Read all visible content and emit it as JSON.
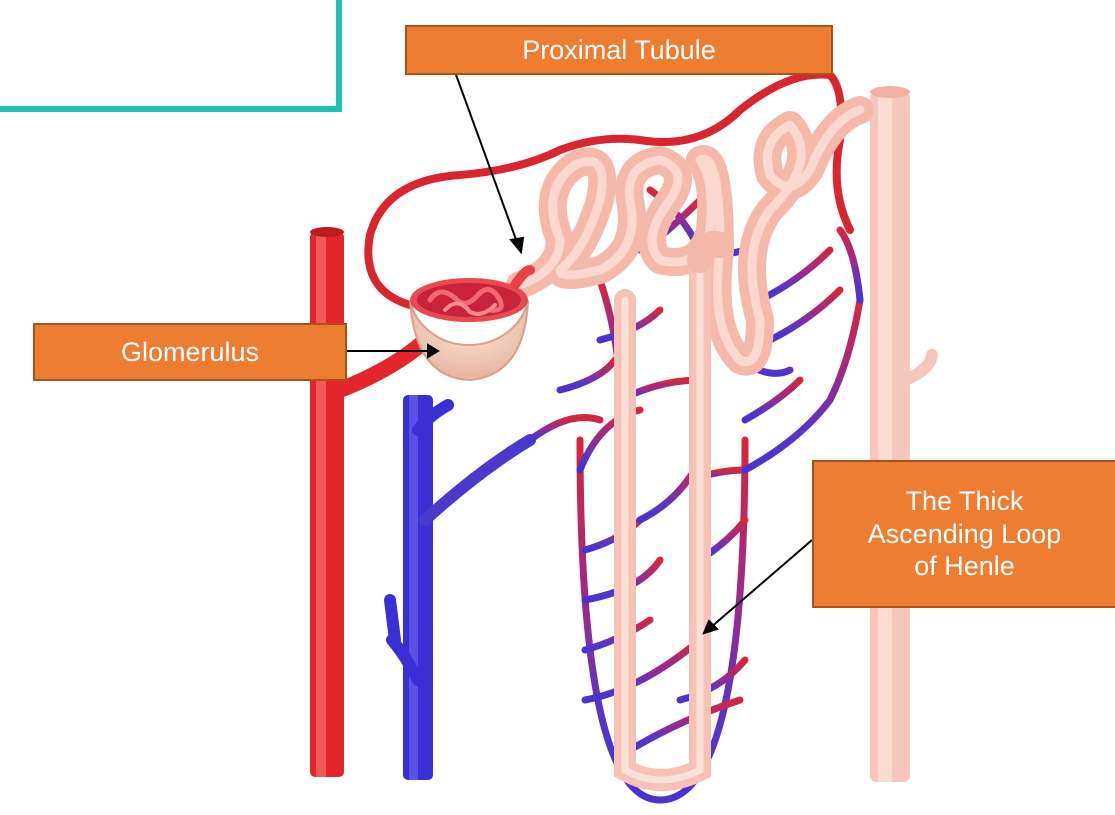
{
  "labels": {
    "proximal_tubule": "Proximal Tubule",
    "glomerulus": "Glomerulus",
    "thick_ascending": [
      "The Thick",
      "Ascending Loop",
      "of Henle"
    ]
  },
  "colors": {
    "label_fill": "#ed7d31",
    "label_border": "#a9521b",
    "frame": "#1fc1b5",
    "artery": "#e3262b",
    "vein": "#3a2fd4",
    "tubule": "#f7c1b3",
    "collecting_duct": "#f5c6bb"
  }
}
